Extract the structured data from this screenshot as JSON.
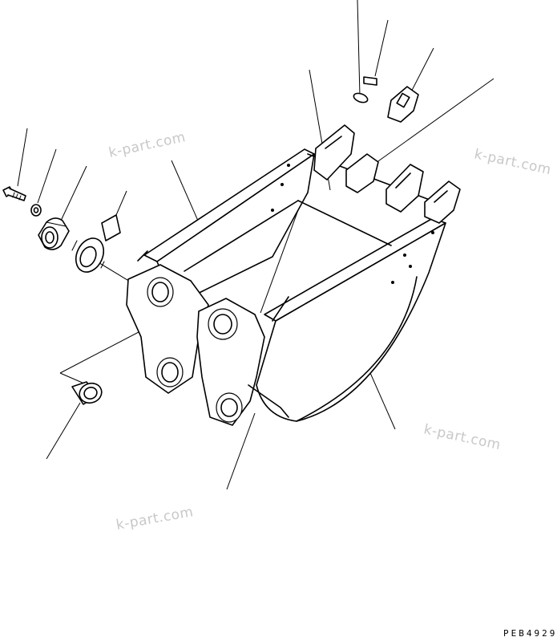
{
  "diagram": {
    "drawing_code": "PEB4929",
    "watermarks": [
      "k-part.com",
      "k-part.com",
      "k-part.com",
      "k-part.com"
    ]
  }
}
